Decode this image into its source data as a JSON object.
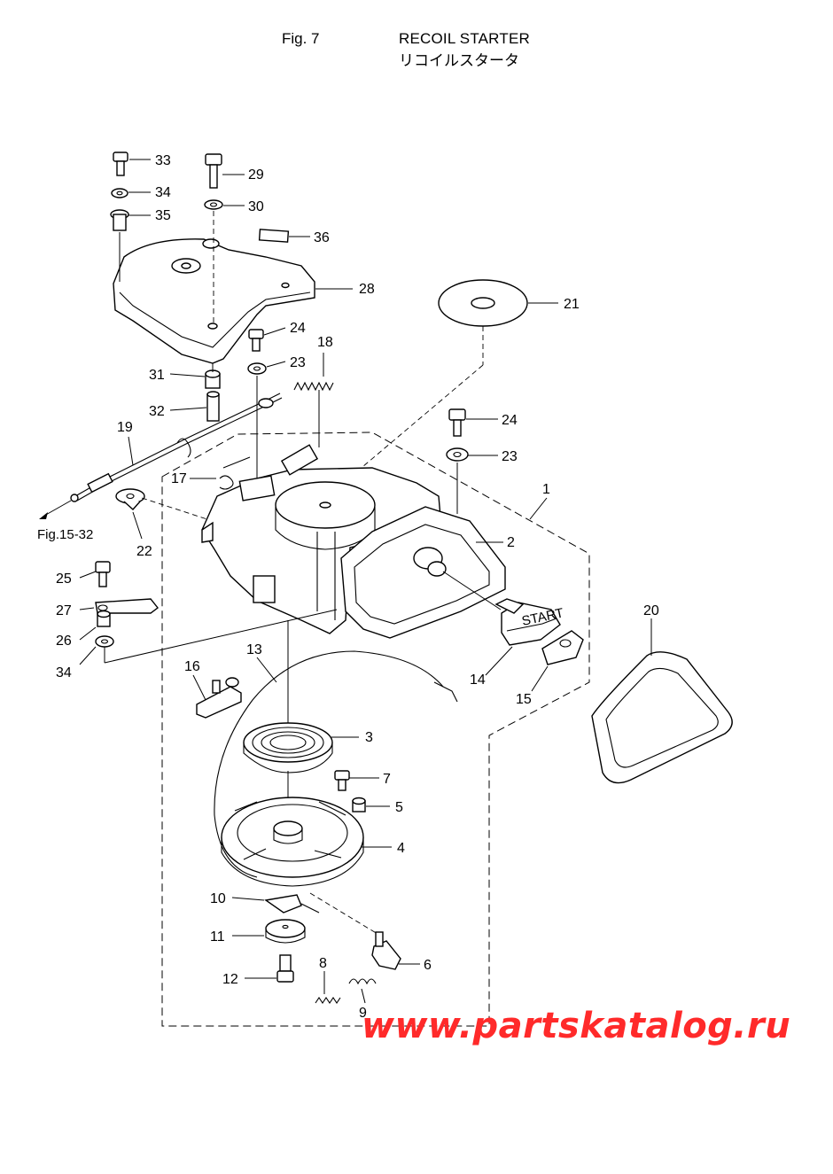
{
  "header": {
    "figure_label": "Fig. 7",
    "title": "RECOIL STARTER",
    "title_jp": "リコイルスタータ"
  },
  "callouts": {
    "c1": "1",
    "c2": "2",
    "c3": "3",
    "c4": "4",
    "c5": "5",
    "c6": "6",
    "c7": "7",
    "c8": "8",
    "c9": "9",
    "c10": "10",
    "c11": "11",
    "c12": "12",
    "c13": "13",
    "c14": "14",
    "c15": "15",
    "c16": "16",
    "c17": "17",
    "c18": "18",
    "c19": "19",
    "c20": "20",
    "c21": "21",
    "c22": "22",
    "c23a": "23",
    "c23b": "23",
    "c24a": "24",
    "c24b": "24",
    "c25": "25",
    "c26": "26",
    "c27": "27",
    "c28": "28",
    "c29": "29",
    "c30": "30",
    "c31": "31",
    "c32": "32",
    "c33": "33",
    "c34a": "34",
    "c34b": "34",
    "c35": "35",
    "c36": "36"
  },
  "reference": "Fig.15-32",
  "handle_text": "START",
  "watermark": "www.partskatalog.ru",
  "colors": {
    "line": "#000000",
    "background": "#ffffff",
    "watermark": "#ff2a2a"
  }
}
